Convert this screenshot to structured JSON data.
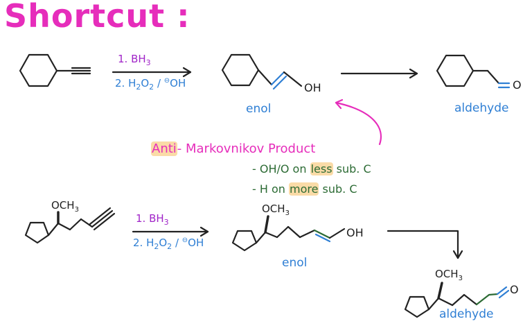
{
  "title": "Shortcut :",
  "reaction1": {
    "step1_prefix": "1. BH",
    "step1_sub": "3",
    "step2_prefix": "2. H",
    "step2_sub1": "2",
    "step2_mid": "O",
    "step2_sub2": "2",
    "step2_slash": " / ",
    "step2_sup": "⊖",
    "step2_end": "OH",
    "enol_group": "OH",
    "enol_label": "enol",
    "aldehyde_label": "aldehyde",
    "aldehyde_atom": "O"
  },
  "annotation": {
    "anti": "Anti",
    "rest": "- Markovnikov Product",
    "line1_a": "- OH/O   on ",
    "line1_hl": "less",
    "line1_b": " sub. C",
    "line2_a": "- H   on ",
    "line2_hl": "more",
    "line2_b": " sub. C"
  },
  "reaction2": {
    "methoxy": "OCH",
    "methoxy_sub": "3",
    "step1_prefix": "1. BH",
    "step1_sub": "3",
    "step2_prefix": "2. H",
    "step2_sub1": "2",
    "step2_mid": "O",
    "step2_sub2": "2",
    "step2_slash": " / ",
    "step2_sup": "⊖",
    "step2_end": "OH",
    "enol_group": "OH",
    "enol_label": "enol",
    "aldehyde_label": "aldehyde",
    "aldehyde_atom": "O"
  },
  "colors": {
    "title": "#e62dbb",
    "reagent1": "#a025c8",
    "reagent2": "#2f7fd4",
    "bond": "#222222",
    "new_bond": "#2f7fd4",
    "green": "#2c6b34",
    "highlight": "#f5be5f"
  }
}
